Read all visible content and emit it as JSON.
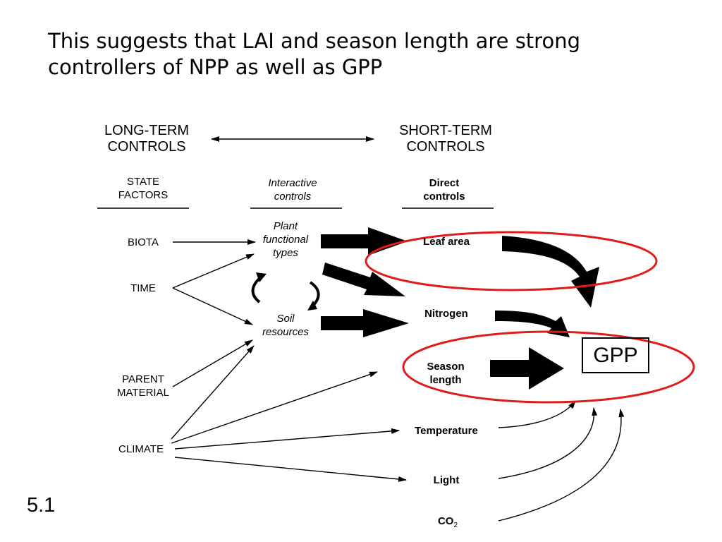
{
  "title": {
    "line1": "This suggests that LAI and season length are strong",
    "line2": "controllers of NPP as well as GPP"
  },
  "diagram": {
    "long_term": {
      "line1": "LONG-TERM",
      "line2": "CONTROLS"
    },
    "short_term": {
      "line1": "SHORT-TERM",
      "line2": "CONTROLS"
    },
    "state_factors": {
      "line1": "STATE",
      "line2": "FACTORS"
    },
    "interactive": {
      "line1": "Interactive",
      "line2": "controls"
    },
    "direct": {
      "line1": "Direct",
      "line2": "controls"
    },
    "biota": "BIOTA",
    "time": "TIME",
    "parent": {
      "line1": "PARENT",
      "line2": "MATERIAL"
    },
    "climate": "CLIMATE",
    "plant": {
      "line1": "Plant",
      "line2": "functional",
      "line3": "types"
    },
    "soil": {
      "line1": "Soil",
      "line2": "resources"
    },
    "leaf_area": "Leaf area",
    "nitrogen": "Nitrogen",
    "season": {
      "line1": "Season",
      "line2": "length"
    },
    "temperature": "Temperature",
    "light": "Light",
    "co2": {
      "base": "CO",
      "sub": "2"
    },
    "gpp": "GPP"
  },
  "colors": {
    "highlight_ellipse": "#e01b1b",
    "ink": "#000000"
  },
  "page_number": "5.1"
}
